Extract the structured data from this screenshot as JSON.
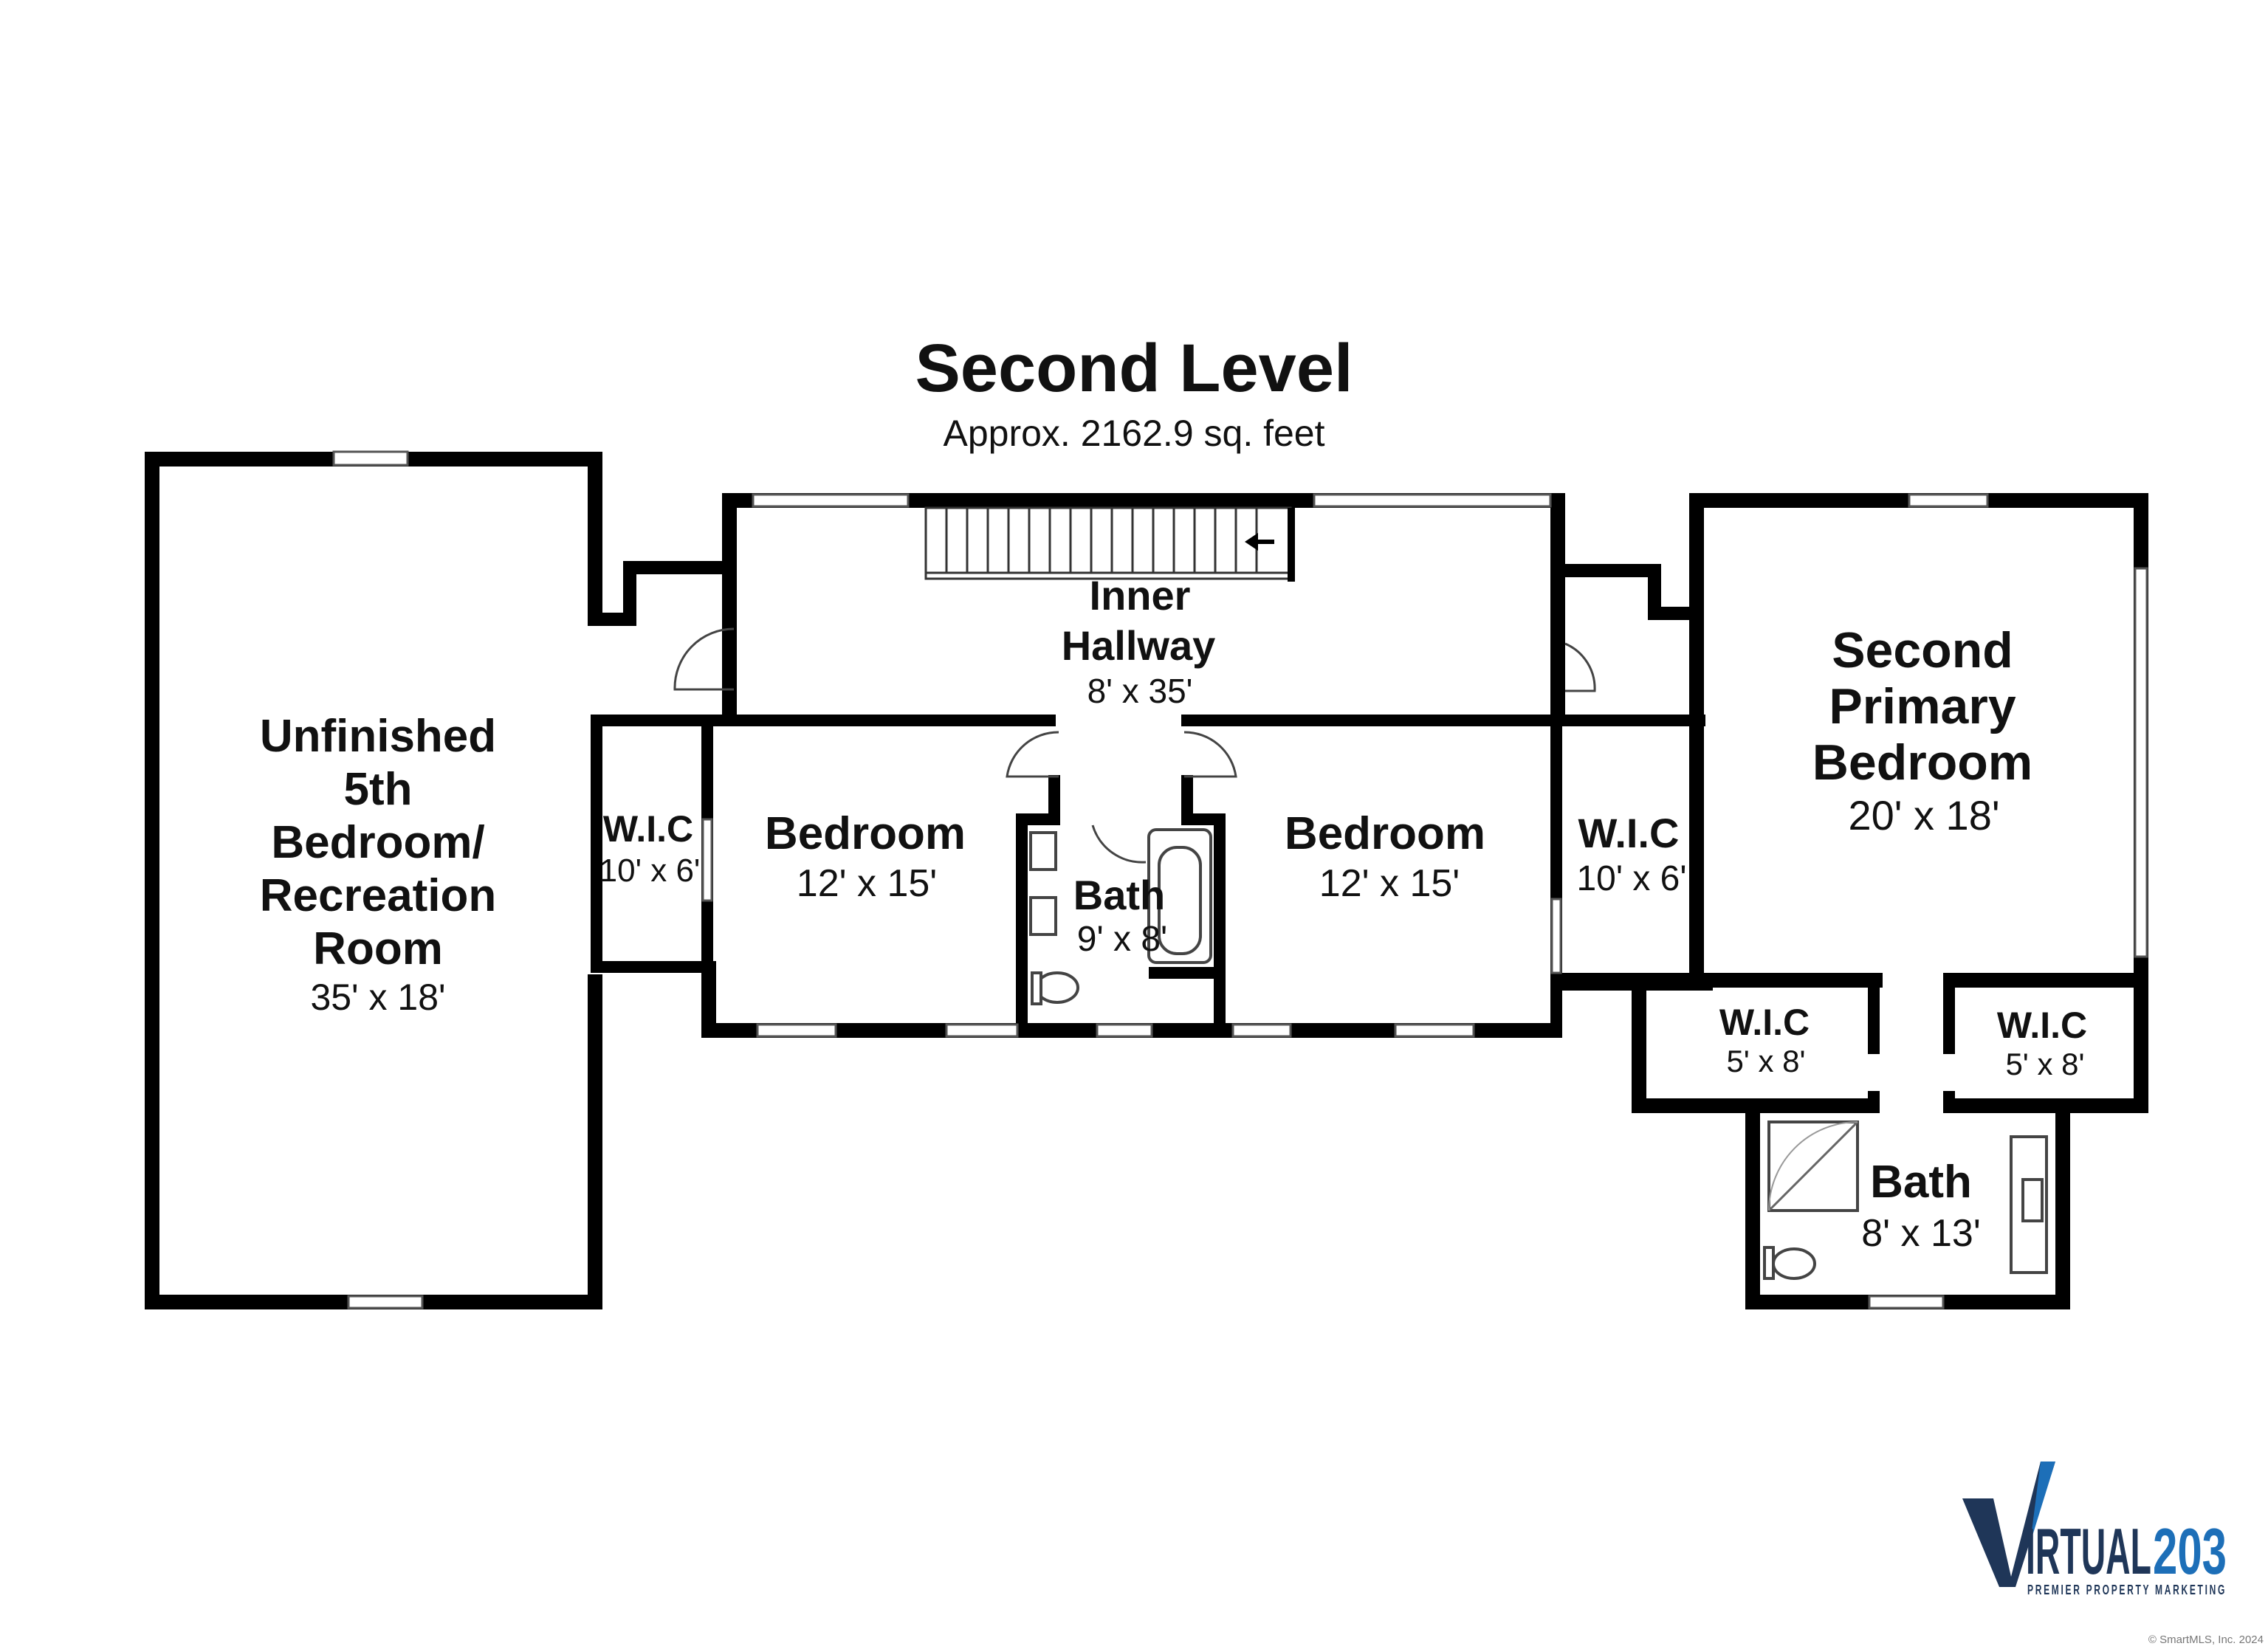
{
  "plan": {
    "title": "Second Level",
    "subtitle": "Approx. 2162.9 sq. feet"
  },
  "rooms": {
    "unfinished": {
      "name_lines": [
        "Unfinished",
        "5th",
        "Bedroom/",
        "Recreation",
        "Room"
      ],
      "dims": "35' x 18'"
    },
    "wic_left": {
      "name": "W.I.C",
      "dims": "10' x 6'"
    },
    "bedroom_left": {
      "name": "Bedroom",
      "dims": "12' x 15'"
    },
    "hallway": {
      "name_lines": [
        "Inner",
        "Hallway"
      ],
      "dims": "8' x 35'"
    },
    "bath_center": {
      "name": "Bath",
      "dims": "9' x 8'"
    },
    "bedroom_right": {
      "name": "Bedroom",
      "dims": "12' x 15'"
    },
    "wic_right": {
      "name": "W.I.C",
      "dims": "10' x 6'"
    },
    "primary": {
      "name_lines": [
        "Second",
        "Primary",
        "Bedroom"
      ],
      "dims": "20' x 18'"
    },
    "wic_primary_left": {
      "name": "W.I.C",
      "dims": "5' x 8'"
    },
    "wic_primary_right": {
      "name": "W.I.C",
      "dims": "5' x 8'"
    },
    "bath_primary": {
      "name": "Bath",
      "dims": "8' x 13'"
    }
  },
  "icons": {
    "stair_arrow": "arrow-left-icon"
  },
  "logo": {
    "word": "IRTUAL",
    "number": "203",
    "tagline": "PREMIER PROPERTY MARKETING"
  },
  "copyright": "© SmartMLS, Inc. 2024",
  "colors": {
    "wall": "#000000",
    "logo_primary": "#1f3658",
    "logo_accent": "#1d6fb8"
  }
}
